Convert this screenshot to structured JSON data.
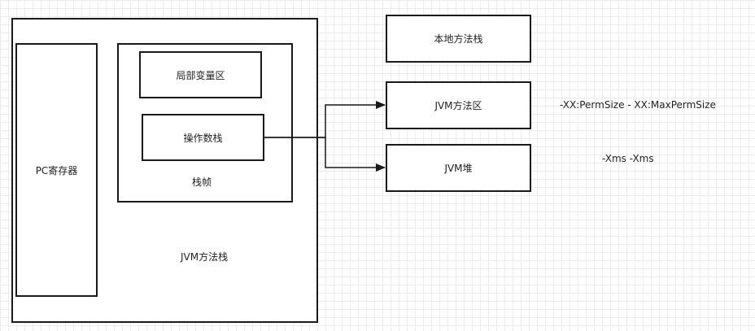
{
  "diagram": {
    "nodes": {
      "jvm_stack_container": {
        "label": "JVM方法栈"
      },
      "pc_register": {
        "label": "PC寄存器"
      },
      "stack_frame": {
        "label": "栈帧"
      },
      "local_variables": {
        "label": "局部变量区"
      },
      "operand_stack": {
        "label": "操作数栈"
      },
      "native_method_stack": {
        "label": "本地方法栈"
      },
      "jvm_method_area": {
        "label": "JVM方法区"
      },
      "jvm_heap": {
        "label": "JVM堆"
      }
    },
    "annotations": {
      "method_area_params": "-XX:PermSize - XX:MaxPermSize",
      "heap_params": "-Xms -Xms"
    },
    "edges": [
      {
        "from": "operand_stack",
        "to": "jvm_method_area"
      },
      {
        "from": "operand_stack",
        "to": "jvm_heap"
      }
    ]
  }
}
